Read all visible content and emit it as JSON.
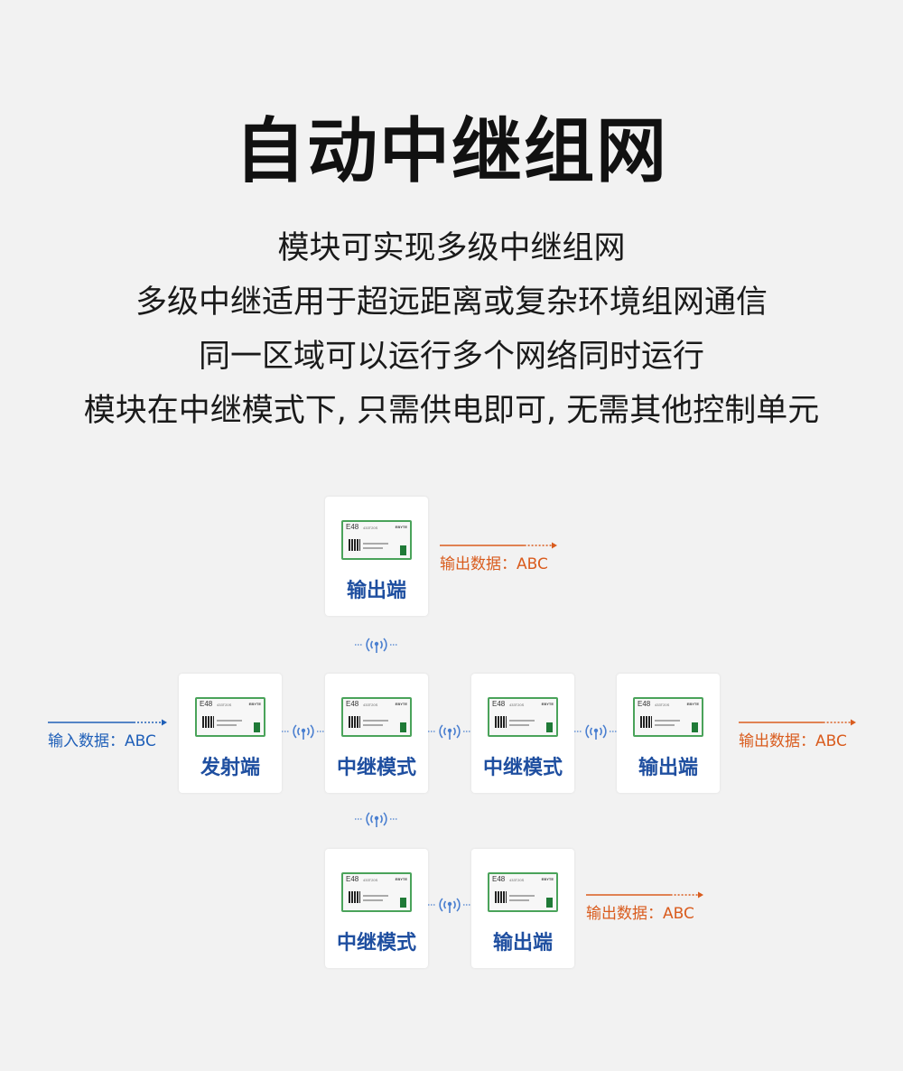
{
  "title": "自动中继组网",
  "description": [
    "模块可实现多级中继组网",
    "多级中继适用于超远距离或复杂环境组网通信",
    "同一区域可以运行多个网络同时运行",
    "模块在中继模式下, 只需供电即可, 无需其他控制单元"
  ],
  "module": {
    "name": "E48",
    "model": "433T20S",
    "brand": "EBYTE"
  },
  "nodes": [
    {
      "label": "输出端"
    },
    {
      "label": "发射端"
    },
    {
      "label": "中继模式"
    },
    {
      "label": "中继模式"
    },
    {
      "label": "输出端"
    },
    {
      "label": "中继模式"
    },
    {
      "label": "输出端"
    }
  ],
  "flows": {
    "input": "输入数据：ABC",
    "output_top": "输出数据：ABC",
    "output_right": "输出数据：ABC",
    "output_bottom": "输出数据：ABC"
  },
  "colors": {
    "accent": "#1f4fa0",
    "output": "#d95c1e",
    "input": "#1f5fb8",
    "module_border": "#4aa35a",
    "signal": "#4a7fd0"
  },
  "icons": {
    "signal": "wireless-signal-icon",
    "arrow": "arrow-right-icon"
  }
}
